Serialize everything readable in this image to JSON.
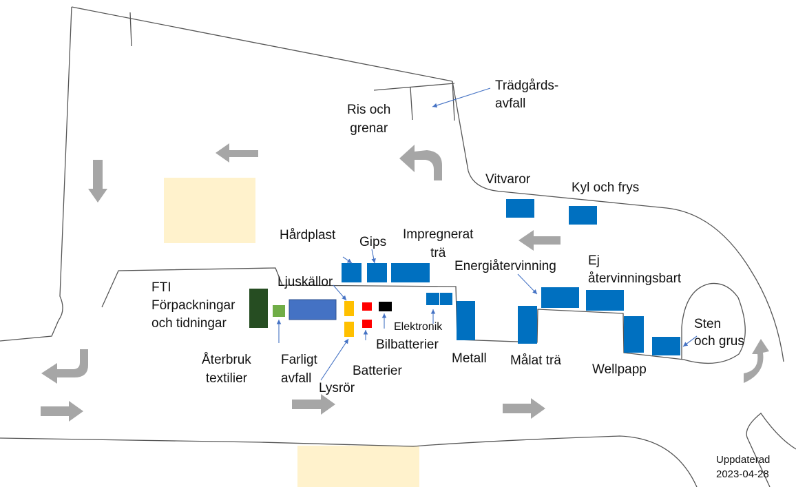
{
  "labels": {
    "tradgard": [
      "Trädgårds-",
      "avfall"
    ],
    "ris": [
      "Ris och",
      "grenar"
    ],
    "vitvaror": "Vitvaror",
    "kyl": "Kyl och frys",
    "hardplast": "Hårdplast",
    "gips": "Gips",
    "impregnerat": [
      "Impregnerat",
      "trä"
    ],
    "energi": "Energiåtervinning",
    "ej": [
      "Ej",
      "återvinningsbart"
    ],
    "ljuskallor": "Ljuskällor",
    "fti": [
      "FTI",
      "Förpackningar",
      "och tidningar"
    ],
    "elektronik": "Elektronik",
    "bilbatterier": "Bilbatterier",
    "sten": [
      "Sten",
      "och grus"
    ],
    "aterbruk": [
      "Återbruk",
      "textilier"
    ],
    "farligt": [
      "Farligt",
      "avfall"
    ],
    "batterier": "Batterier",
    "metall": "Metall",
    "malat": "Målat trä",
    "wellpapp": "Wellpapp",
    "lysror": "Lysrör"
  },
  "updated": [
    "Uppdaterad",
    "2023-04-28"
  ],
  "colors": {
    "container_blue": "#0070c0",
    "hazard_blue": "#4472c4",
    "fti_green": "#264d22",
    "textile_green": "#70ad47",
    "lightsource_yellow": "#ffc000",
    "battery_red": "#ff0000",
    "car_battery_black": "#000000",
    "parking_beige": "#fff2cc",
    "arrow_gray": "#a6a6a6",
    "leader_blue": "#4472c4"
  }
}
